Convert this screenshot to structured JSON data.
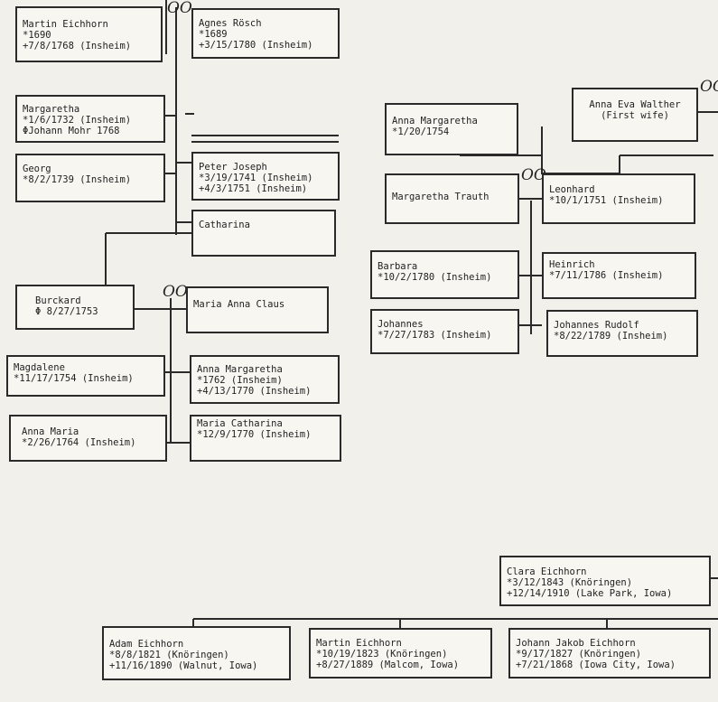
{
  "marriage_symbol": "OO",
  "people": {
    "martin_1690": [
      "Martin Eichhorn",
      "*1690",
      "+7/8/1768 (Insheim)"
    ],
    "agnes": [
      "Agnes Rösch",
      "*1689",
      "+3/15/1780 (Insheim)"
    ],
    "margaretha_1732": [
      "Margaretha",
      "*1/6/1732 (Insheim)",
      "ΦJohann Mohr 1768"
    ],
    "georg": [
      "Georg",
      "*8/2/1739 (Insheim)"
    ],
    "peter_joseph": [
      "Peter Joseph",
      "*3/19/1741 (Insheim)",
      "+4/3/1751 (Insheim)"
    ],
    "catharina": [
      "Catharina"
    ],
    "burckard": [
      "Burckard",
      "Φ 8/27/1753"
    ],
    "maria_anna_claus": [
      "Maria Anna Claus"
    ],
    "magdalene": [
      "Magdalene",
      "*11/17/1754 (Insheim)"
    ],
    "anna_margaretha_1762": [
      "Anna Margaretha",
      "*1762 (Insheim)",
      "+4/13/1770 (Insheim)"
    ],
    "anna_maria": [
      "Anna Maria",
      "*2/26/1764 (Insheim)"
    ],
    "maria_catharina": [
      "Maria Catharina",
      "*12/9/1770 (Insheim)"
    ],
    "anna_eva": [
      "Anna Eva Walther",
      "(First wife)"
    ],
    "anna_margaretha_1754": [
      "Anna Margaretha",
      "*1/20/1754"
    ],
    "margaretha_trauth": [
      "Margaretha Trauth"
    ],
    "leonhard": [
      "Leonhard",
      "*10/1/1751 (Insheim)"
    ],
    "barbara": [
      "Barbara",
      "*10/2/1780 (Insheim)"
    ],
    "heinrich": [
      "Heinrich",
      "*7/11/1786 (Insheim)"
    ],
    "johannes": [
      "Johannes",
      "*7/27/1783 (Insheim)"
    ],
    "johannes_rudolf": [
      "Johannes Rudolf",
      "*8/22/1789 (Insheim)"
    ],
    "clara": [
      "Clara Eichhorn",
      "*3/12/1843 (Knöringen)",
      "+12/14/1910 (Lake Park, Iowa)"
    ],
    "adam": [
      "Adam Eichhorn",
      "*8/8/1821 (Knöringen)",
      "+11/16/1890 (Walnut, Iowa)"
    ],
    "martin_1823": [
      "Martin Eichhorn",
      "*10/19/1823 (Knöringen)",
      "+8/27/1889 (Malcom, Iowa)"
    ],
    "johann_jakob": [
      "Johann Jakob Eichhorn",
      "*9/17/1827 (Knöringen)",
      "+7/21/1868 (Iowa City, Iowa)"
    ]
  }
}
